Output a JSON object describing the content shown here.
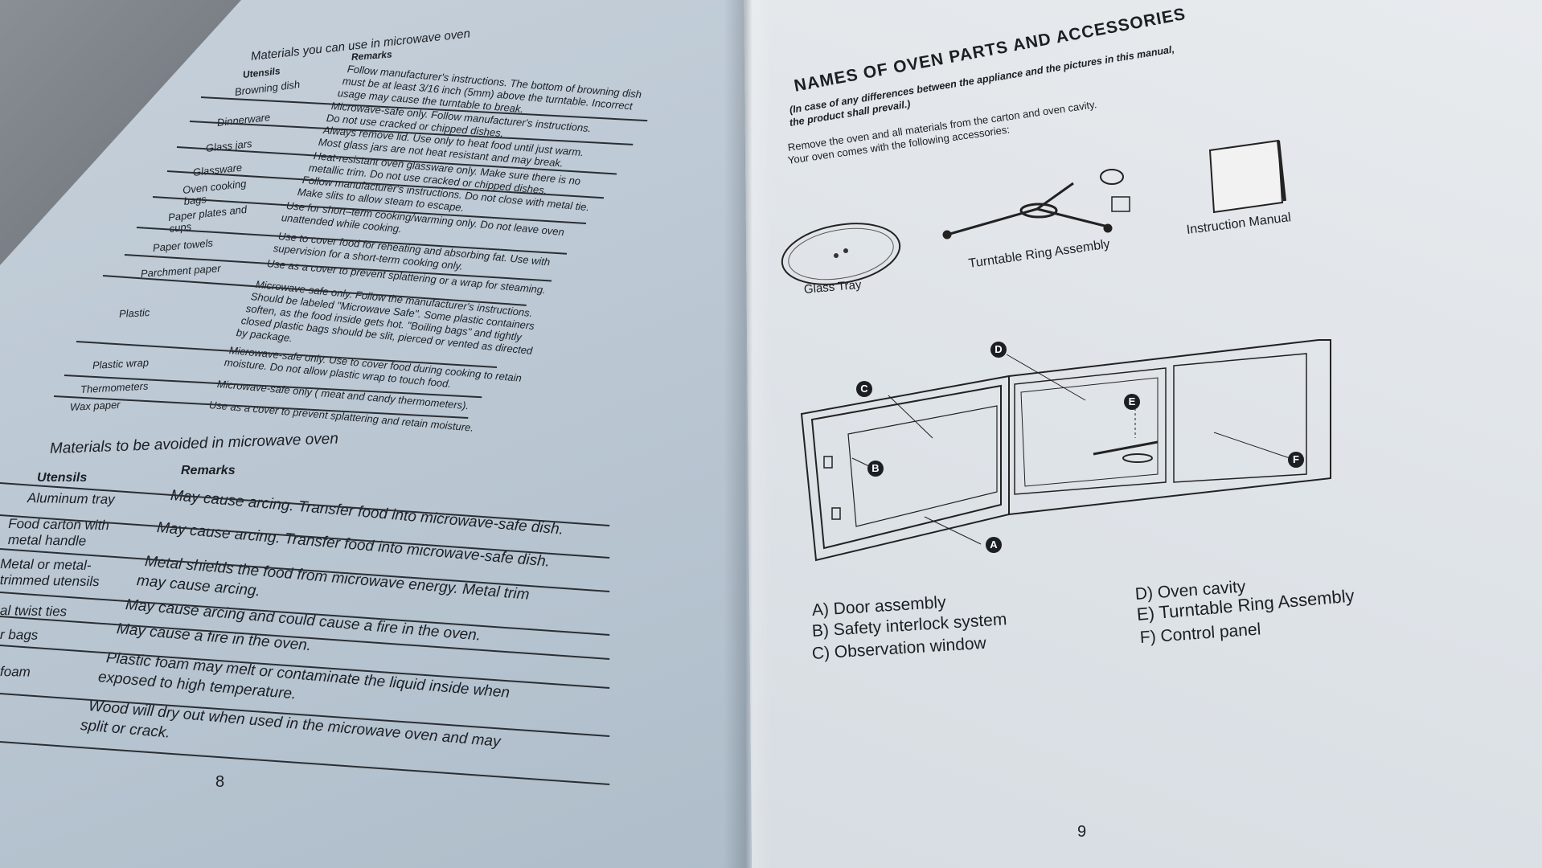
{
  "left_page": {
    "usable_title": "Materials you can use in microwave oven",
    "usable_headers": {
      "utensils": "Utensils",
      "remarks": "Remarks"
    },
    "usable_rows": [
      {
        "utensil": "Browning dish",
        "remarks": [
          "Follow manufacturer's instructions. The bottom of browning dish",
          "must be at least 3/16 inch (5mm) above the turntable. Incorrect",
          "usage may cause the turntable to break."
        ]
      },
      {
        "utensil": "Dinnerware",
        "remarks": [
          "Microwave-safe only. Follow manufacturer's instructions.",
          "Do not use cracked or chipped dishes."
        ]
      },
      {
        "utensil": "Glass jars",
        "remarks": [
          "Always remove lid. Use only to heat food until just warm.",
          "Most glass jars are not heat resistant and may break."
        ]
      },
      {
        "utensil": "Glassware",
        "remarks": [
          "Heat-resistant oven glassware only. Make sure there is no",
          "metallic trim. Do not use cracked or chipped dishes."
        ]
      },
      {
        "utensil": "Oven cooking bags",
        "remarks": [
          "Follow manufacturer's instructions. Do not close with metal tie.",
          "Make slits to allow steam to escape."
        ]
      },
      {
        "utensil": "Paper plates and cups",
        "remarks": [
          "Use for short–term cooking/warming only. Do not leave oven",
          "unattended while cooking."
        ]
      },
      {
        "utensil": "Paper towels",
        "remarks": [
          "Use to cover food for reheating and absorbing fat. Use with",
          "supervision for a short-term cooking only."
        ]
      },
      {
        "utensil": "Parchment paper",
        "remarks": [
          "Use as a cover to prevent splattering or a wrap for steaming."
        ]
      },
      {
        "utensil": "Plastic",
        "remarks": [
          "Microwave-safe only. Follow the manufacturer's instructions.",
          "Should be labeled \"Microwave Safe\". Some plastic containers",
          "soften, as the food inside gets hot. \"Boiling bags\" and tightly",
          "closed plastic bags should be slit, pierced or vented as directed",
          "by package."
        ]
      },
      {
        "utensil": "Plastic wrap",
        "remarks": [
          "Microwave-safe only. Use to cover food during cooking to retain",
          "moisture. Do not allow plastic wrap to touch food."
        ]
      },
      {
        "utensil": "Thermometers",
        "remarks": [
          "Microwave-safe only ( meat and candy thermometers)."
        ]
      },
      {
        "utensil": "Wax paper",
        "remarks": [
          "Use as a cover to prevent splattering and retain moisture."
        ]
      }
    ],
    "avoid_title": "Materials to be avoided in microwave oven",
    "avoid_headers": {
      "utensils": "Utensils",
      "remarks": "Remarks"
    },
    "avoid_rows": [
      {
        "utensil": "Aluminum tray",
        "remarks": [
          "May cause arcing. Transfer food into microwave-safe dish."
        ]
      },
      {
        "utensil": "Food carton with metal handle",
        "remarks": [
          "May cause arcing. Transfer food into microwave-safe dish."
        ]
      },
      {
        "utensil": "Metal or metal-trimmed utensils",
        "remarks": [
          "Metal shields the food from microwave energy. Metal trim",
          "may cause arcing."
        ]
      },
      {
        "utensil": "al twist ties",
        "remarks": [
          "May cause arcing and could cause a fire in the oven."
        ]
      },
      {
        "utensil": "r bags",
        "remarks": [
          "May cause a fire in the oven."
        ]
      },
      {
        "utensil": "foam",
        "remarks": [
          "Plastic foam may melt or contaminate the liquid inside when",
          "exposed to high temperature."
        ]
      },
      {
        "utensil": "",
        "remarks": [
          "Wood will dry out when used in the microwave oven and may",
          "split or crack."
        ]
      }
    ],
    "page_number": "8"
  },
  "right_page": {
    "title": "NAMES OF OVEN PARTS AND ACCESSORIES",
    "notice": [
      "(In case of any differences between the appliance and the pictures in this manual,",
      "the product shall prevail.)"
    ],
    "intro": [
      "Remove the oven and all materials from the carton and oven cavity.",
      "Your oven comes with the following accessories:"
    ],
    "accessories": [
      "Glass Tray",
      "Turntable Ring Assembly",
      "Instruction Manual"
    ],
    "diagram_markers": [
      "A",
      "B",
      "C",
      "D",
      "E",
      "F"
    ],
    "parts_left": [
      "A) Door assembly",
      "B) Safety interlock system",
      "C) Observation window"
    ],
    "parts_right": [
      "D) Oven cavity",
      "E) Turntable Ring Assembly",
      "F) Control panel"
    ],
    "page_number": "9"
  }
}
